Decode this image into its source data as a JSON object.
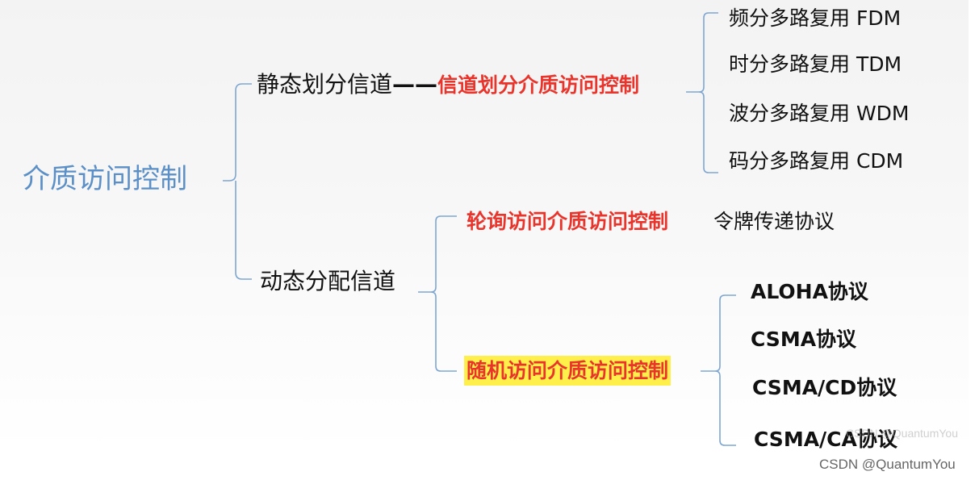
{
  "root": "介质访问控制",
  "static_channel": "静态划分信道",
  "static_dash": "——",
  "channel_partition_mac": "信道划分介质访问控制",
  "multiplexing": [
    "频分多路复用 FDM",
    "时分多路复用 TDM",
    "波分多路复用 WDM",
    "码分多路复用 CDM"
  ],
  "dynamic_channel": "动态分配信道",
  "polling_mac": "轮询访问介质访问控制",
  "token_protocol": "令牌传递协议",
  "random_mac": "随机访问介质访问控制",
  "random_protocols": [
    "ALOHA协议",
    "CSMA协议",
    "CSMA/CD协议",
    "CSMA/CA协议"
  ],
  "watermark_faint": "CSDN @QuantumYou",
  "watermark": "CSDN @QuantumYou",
  "colors": {
    "root_text": "#5b8fc7",
    "connector": "#7ea6d2",
    "emphasis_text": "#e8342b",
    "highlight": "#ffef4a"
  }
}
